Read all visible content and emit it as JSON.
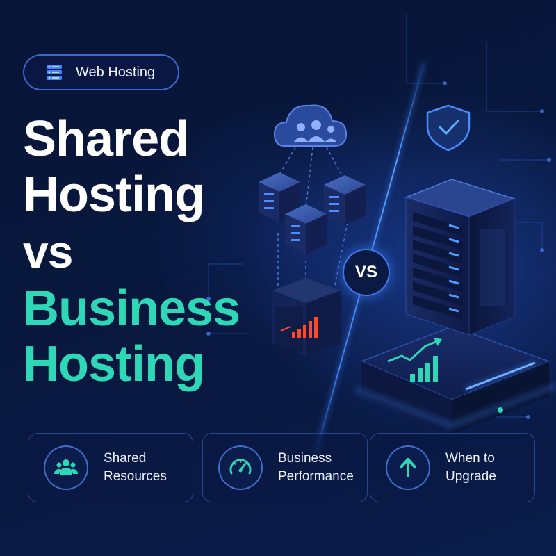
{
  "badge": {
    "label": "Web Hosting",
    "icon": "server-icon"
  },
  "headline": {
    "line1": "Shared",
    "line2": "Hosting",
    "line3": "vs",
    "line4": "Business",
    "line5": "Hosting"
  },
  "vs_badge": "VS",
  "features": [
    {
      "icon": "users-icon",
      "line1": "Shared",
      "line2": "Resources"
    },
    {
      "icon": "speedometer-icon",
      "line1": "Business",
      "line2": "Performance"
    },
    {
      "icon": "arrow-up-icon",
      "line1": "When to",
      "line2": "Upgrade"
    }
  ],
  "colors": {
    "background": "#061233",
    "accent_teal": "#2ed8b6",
    "accent_blue": "#3f86ff",
    "bar_red": "#ff4a2a"
  }
}
